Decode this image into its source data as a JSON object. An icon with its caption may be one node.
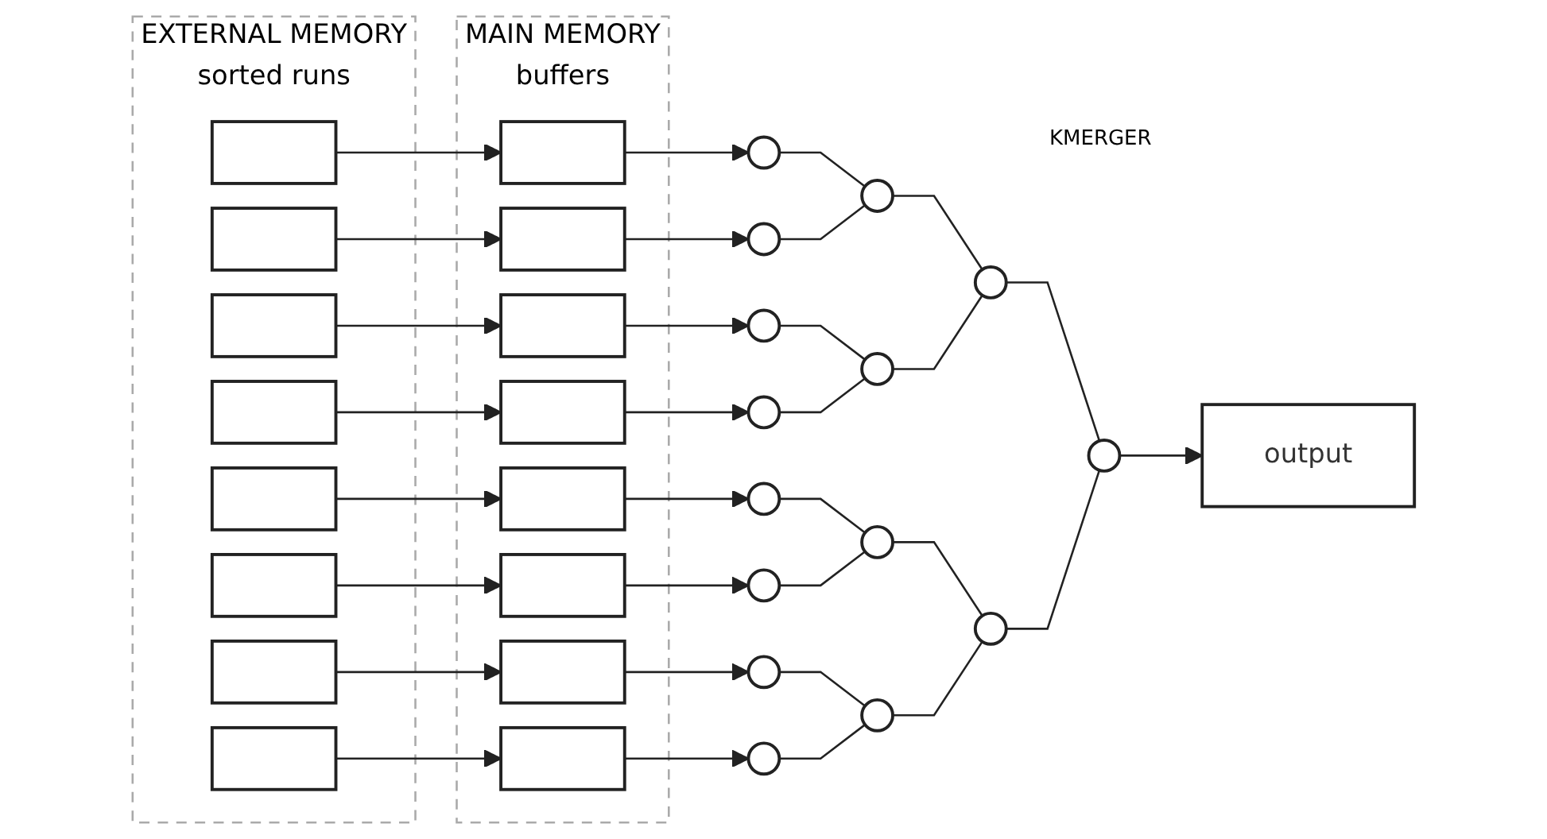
{
  "diagram": {
    "nodes": [
      {
        "text": [
          "EXTERNAL MEMORY",
          "sorted runs"
        ]
      },
      {
        "text": [
          "MAIN MEMORY",
          "buffers"
        ]
      },
      {
        "text": [],
        "shape": "bar",
        "in": 0
      },
      {
        "text": [],
        "shape": "bar",
        "in": 0
      },
      {
        "text": [],
        "shape": "bar",
        "in": 0
      },
      {
        "text": [],
        "shape": "bar",
        "in": 0
      },
      {
        "text": [],
        "shape": "bar",
        "in": 0
      },
      {
        "text": [],
        "shape": "bar",
        "in": 0
      },
      {
        "text": [],
        "shape": "bar",
        "in": 0
      },
      {
        "text": [],
        "shape": "bar",
        "in": 0
      },
      {
        "text": [],
        "shape": "box",
        "in": 1
      },
      {
        "text": [],
        "shape": "box",
        "in": 1
      },
      {
        "text": [],
        "shape": "box",
        "in": 1
      },
      {
        "text": [],
        "shape": "box",
        "in": 1
      },
      {
        "text": [],
        "shape": "box",
        "in": 1
      },
      {
        "text": [],
        "shape": "box",
        "in": 1
      },
      {
        "text": [],
        "shape": "box",
        "in": 1
      },
      {
        "text": [],
        "shape": "box",
        "in": 1
      },
      {
        "text": [],
        "shape": "circle"
      },
      {
        "text": [],
        "shape": "circle"
      },
      {
        "text": [],
        "shape": "circle"
      },
      {
        "text": [],
        "shape": "circle"
      },
      {
        "text": [],
        "shape": "circle"
      },
      {
        "text": [],
        "shape": "circle"
      },
      {
        "text": [],
        "shape": "circle"
      },
      {
        "text": [],
        "shape": "circle"
      },
      {
        "text": [],
        "shape": "circle"
      },
      {
        "text": [],
        "shape": "circle"
      },
      {
        "text": [],
        "shape": "circle"
      },
      {
        "text": [],
        "shape": "circle"
      },
      {
        "text": [],
        "shape": "circle"
      },
      {
        "text": [],
        "shape": "circle"
      },
      {
        "text": [],
        "shape": "circle"
      },
      {
        "text": [
          "output"
        ]
      }
    ],
    "edges": [
      {
        "from": 2,
        "to": 10,
        "arrow": "to"
      },
      {
        "from": 3,
        "to": 11,
        "arrow": "to"
      },
      {
        "from": 4,
        "to": 12,
        "arrow": "to"
      },
      {
        "from": 5,
        "to": 13,
        "arrow": "to"
      },
      {
        "from": 6,
        "to": 14,
        "arrow": "to"
      },
      {
        "from": 7,
        "to": 15,
        "arrow": "to"
      },
      {
        "from": 8,
        "to": 16,
        "arrow": "to"
      },
      {
        "from": 9,
        "to": 17,
        "arrow": "to"
      },
      {
        "from": 10,
        "to": 18,
        "arrow": "to"
      },
      {
        "from": 11,
        "to": 19,
        "arrow": "to"
      },
      {
        "from": 12,
        "to": 20,
        "arrow": "to"
      },
      {
        "from": 13,
        "to": 21,
        "arrow": "to"
      },
      {
        "from": 14,
        "to": 22,
        "arrow": "to"
      },
      {
        "from": 15,
        "to": 23,
        "arrow": "to"
      },
      {
        "from": 16,
        "to": 24,
        "arrow": "to"
      },
      {
        "from": 17,
        "to": 25,
        "arrow": "to"
      },
      {
        "from": 18,
        "to": 26,
        "arrow": "none"
      },
      {
        "from": 19,
        "to": 26,
        "arrow": "none"
      },
      {
        "from": 20,
        "to": 27,
        "arrow": "none"
      },
      {
        "from": 21,
        "to": 27,
        "arrow": "none"
      },
      {
        "from": 22,
        "to": 28,
        "arrow": "none"
      },
      {
        "from": 23,
        "to": 28,
        "arrow": "none"
      },
      {
        "from": 24,
        "to": 29,
        "arrow": "none"
      },
      {
        "from": 25,
        "to": 29,
        "arrow": "none"
      },
      {
        "from": 26,
        "to": 30,
        "arrow": "none"
      },
      {
        "from": 27,
        "to": 30,
        "arrow": "none"
      },
      {
        "from": 28,
        "to": 31,
        "arrow": "none"
      },
      {
        "from": 29,
        "to": 31,
        "arrow": "none"
      },
      {
        "from": 30,
        "to": 32,
        "arrow": "none"
      },
      {
        "from": 31,
        "to": 32,
        "arrow": "none"
      },
      {
        "from": 32,
        "to": 33,
        "arrow": "to"
      }
    ],
    "labels": [
      "KMERGER"
    ]
  }
}
